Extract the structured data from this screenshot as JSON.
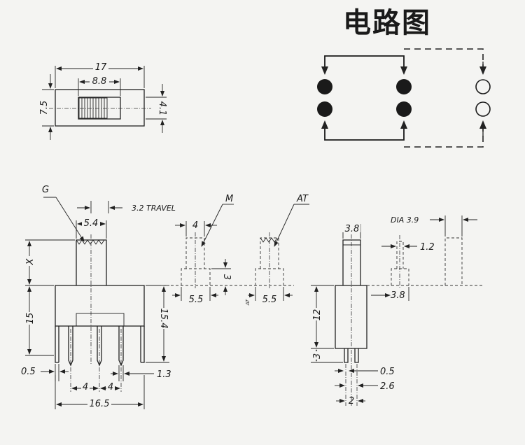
{
  "title": "电路图",
  "top_view": {
    "w": "17",
    "slot": "8.8",
    "h": "7.5",
    "knob_h": "4.1"
  },
  "front": {
    "g": "G",
    "knob": "5.4",
    "travel": "3.2 TRAVEL",
    "x": "X",
    "body_h": "15",
    "pin_h": "15.4",
    "pin_w": "0.5",
    "pin_t": "1.3",
    "p1": "4",
    "p2": "4",
    "total": "16.5"
  },
  "knob_m": {
    "label": "M",
    "top": "4",
    "base": "5.5",
    "h": "3"
  },
  "knob_at": {
    "label": "AT",
    "base": "5.5",
    "mark": "AT"
  },
  "side": {
    "knob": "3.8",
    "body_h": "12",
    "pin_h": "3",
    "pin_t": "0.5",
    "w": "2.6",
    "p": "2"
  },
  "pin_detail": {
    "dia": "DIA 3.9",
    "pin": "1.2",
    "base": "3.8"
  }
}
